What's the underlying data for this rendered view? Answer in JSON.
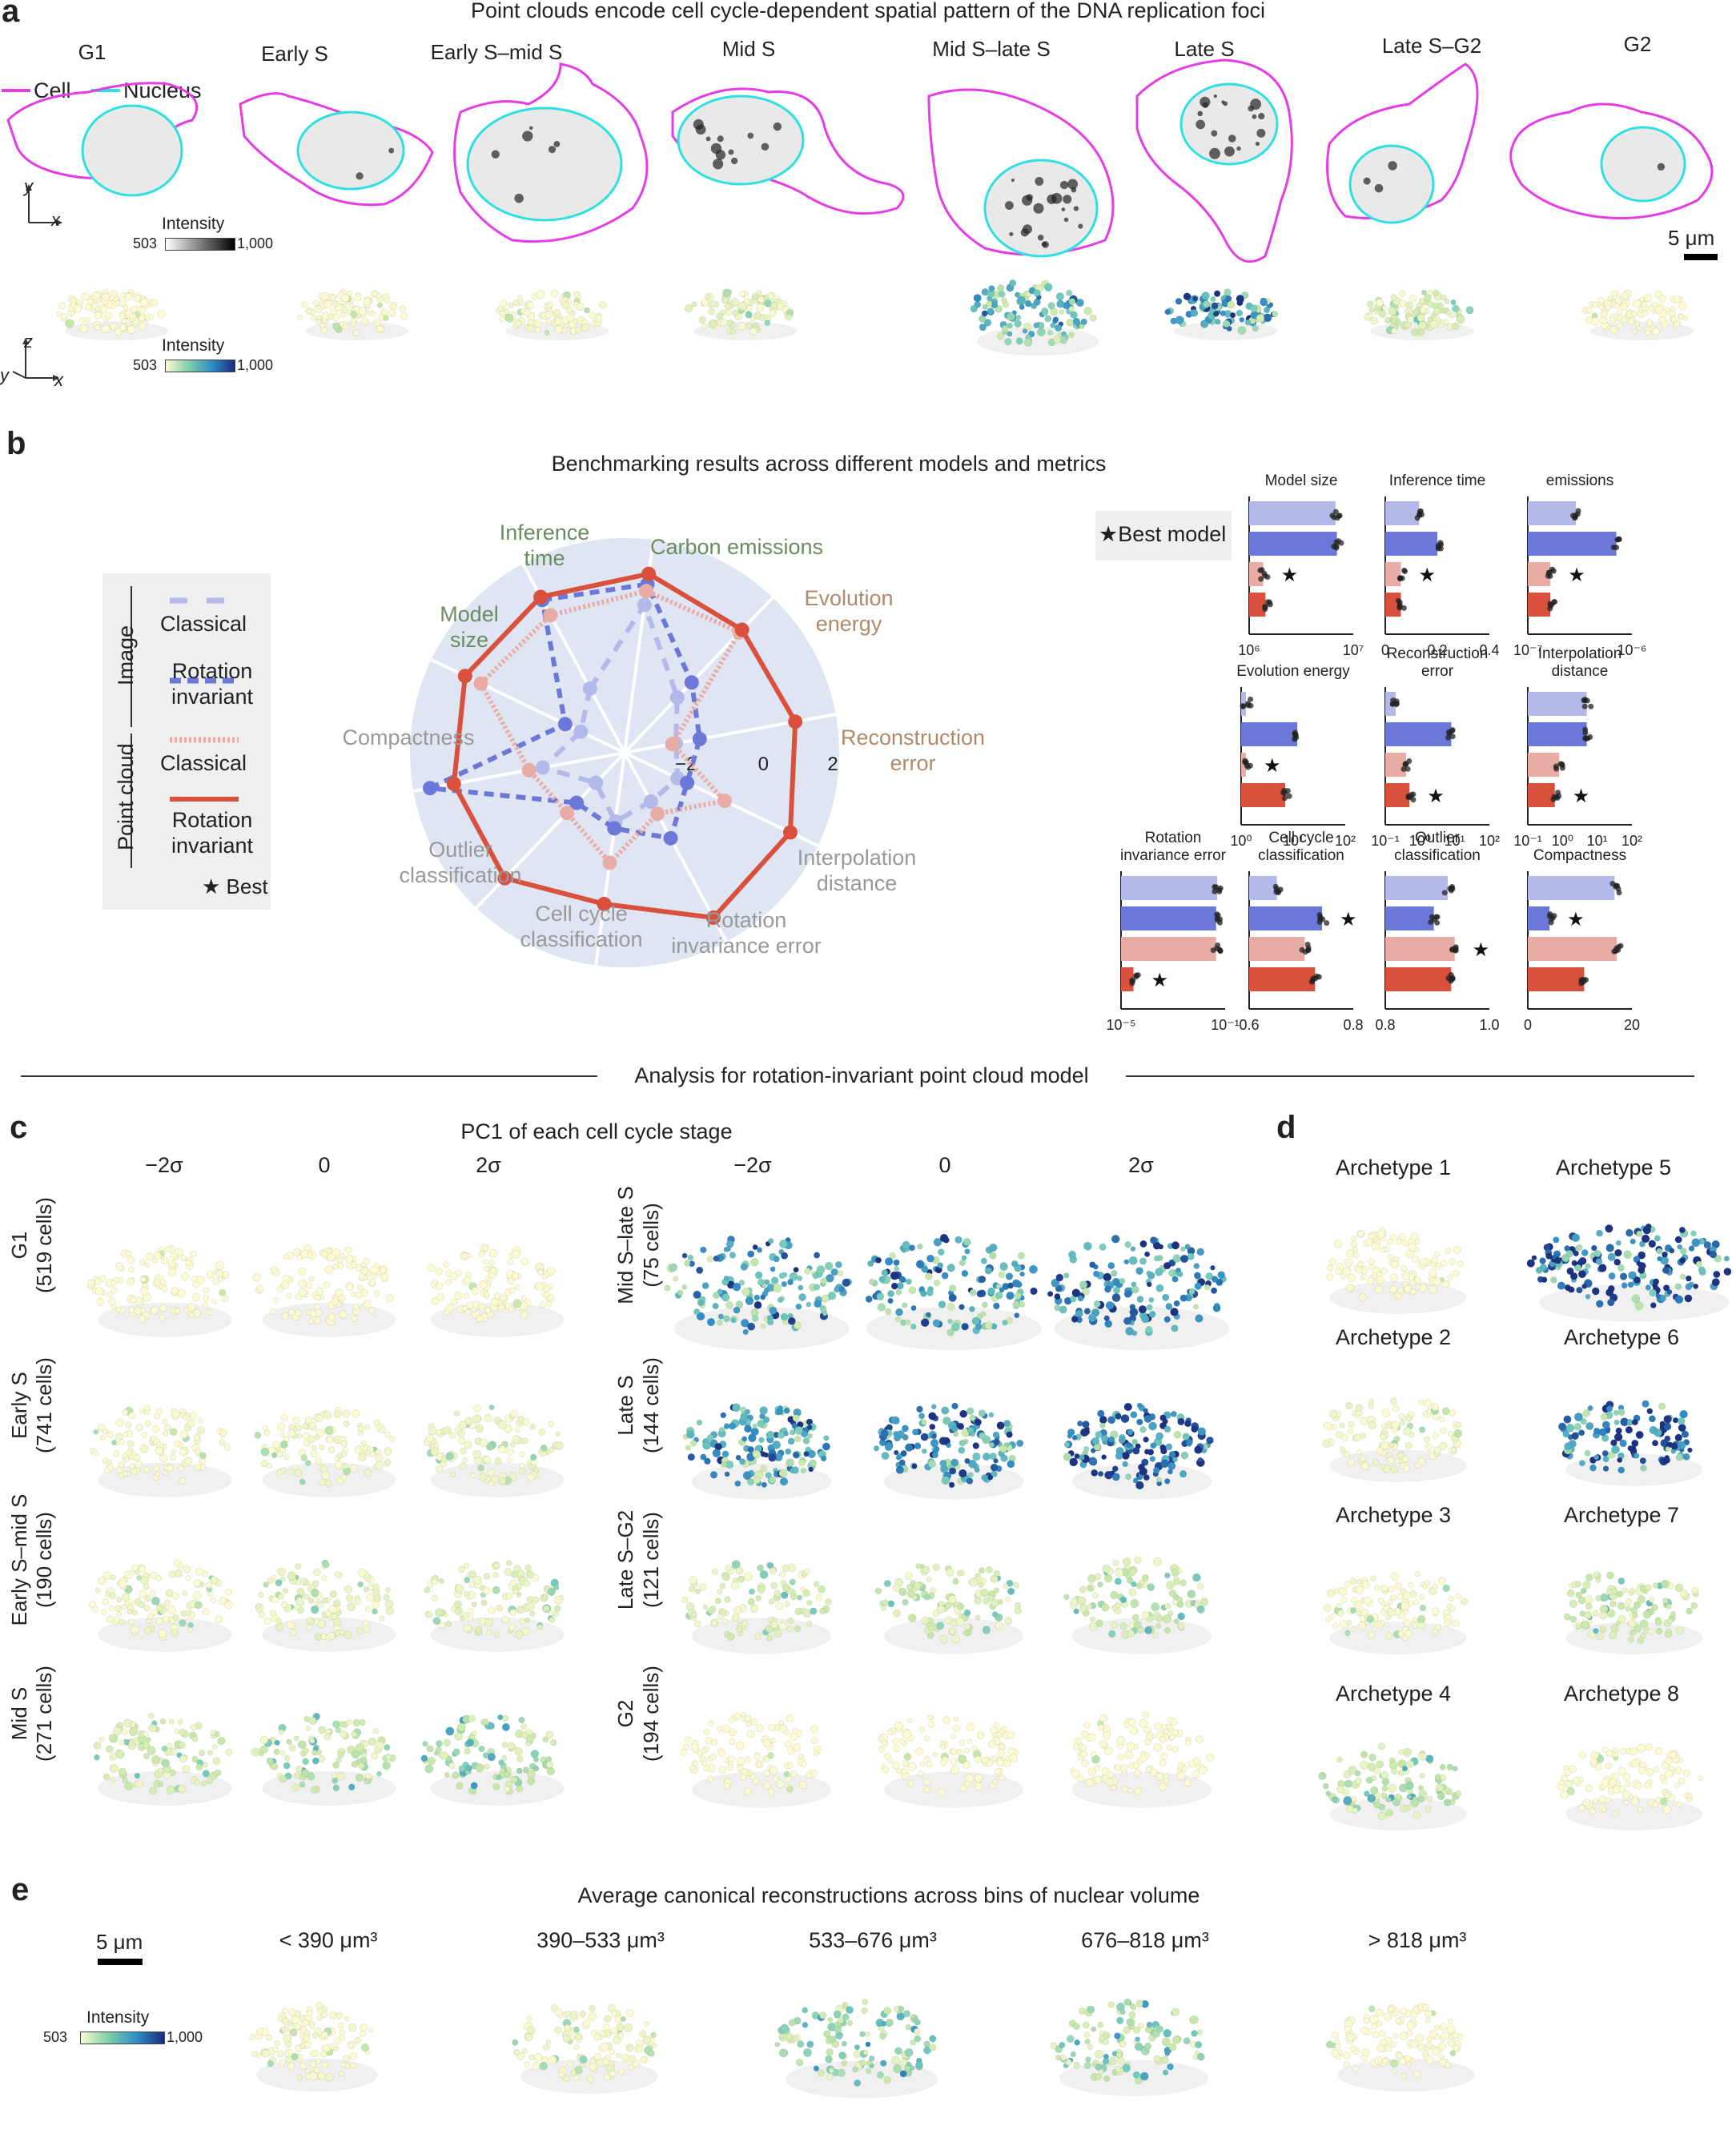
{
  "panel_a": {
    "label": "a",
    "title": "Point clouds encode cell cycle-dependent spatial pattern of the DNA replication foci",
    "stages": [
      "G1",
      "Early S",
      "Early S–mid S",
      "Mid S",
      "Mid S–late S",
      "Late S",
      "Late S–G2",
      "G2"
    ],
    "legend_cell": "Cell",
    "legend_nucleus": "Nucleus",
    "cell_color": "#e63ce6",
    "nucleus_color": "#2fe0e0",
    "intensity_label": "Intensity",
    "intensity_min": "503",
    "intensity_max": "1,000",
    "scale_bar": "5 μm",
    "axis_y": "y",
    "axis_x": "x",
    "axis_z": "z"
  },
  "panel_b": {
    "label": "b",
    "title": "Benchmarking results across different models and metrics",
    "legend": {
      "group_image": "Image",
      "group_point_cloud": "Point cloud",
      "image_classical": "Classical",
      "image_rotation": "Rotation invariant",
      "pc_classical": "Classical",
      "pc_rotation": "Rotation invariant",
      "best": "★ Best"
    },
    "best_model": "★Best model",
    "radar_ticks": [
      "−2",
      "0",
      "2"
    ],
    "radar_labels": {
      "inference_time": "Inference time",
      "carbon_emissions": "Carbon emissions",
      "evolution_energy": "Evolution energy",
      "reconstruction_error": "Reconstruction error",
      "interpolation_distance": "Interpolation distance",
      "rotation_invariance_error": "Rotation invariance error",
      "cell_cycle_classification": "Cell cycle classification",
      "outlier_classification": "Outlier classification",
      "compactness": "Compactness",
      "model_size": "Model size"
    },
    "colors": {
      "image_classical": "#b3b9e8",
      "image_rotation": "#6b78d8",
      "pc_classical": "#e8aca4",
      "pc_rotation": "#d9503d",
      "radar_bg": "#dfe5f2"
    }
  },
  "chart_data": [
    {
      "type": "radar",
      "axes": [
        "Inference time",
        "Carbon emissions",
        "Evolution energy",
        "Reconstruction error",
        "Interpolation distance",
        "Rotation invariance error",
        "Cell cycle classification",
        "Outlier classification",
        "Compactness",
        "Model size"
      ],
      "rlim": [
        -4,
        2
      ],
      "ticks": [
        -2,
        0,
        2
      ],
      "series": [
        {
          "name": "Image Classical",
          "values": [
            -1.9,
            0.3,
            -1.8,
            -2.5,
            -2.3,
            -2.4,
            -2.0,
            -2.8,
            -1.6,
            -2.6
          ]
        },
        {
          "name": "Image Rotation invariant",
          "values": [
            1.0,
            0.9,
            -1.2,
            -1.8,
            -2.0,
            -1.2,
            -1.8,
            -2.0,
            1.7,
            -2.1
          ]
        },
        {
          "name": "Point cloud Classical",
          "values": [
            0.5,
            0.7,
            0.8,
            -2.6,
            -0.8,
            -2.0,
            -0.8,
            -1.6,
            -1.2,
            0.6
          ]
        },
        {
          "name": "Point cloud Rotation invariant",
          "values": [
            1.1,
            1.2,
            0.9,
            1.0,
            1.3,
            1.4,
            0.4,
            1.0,
            1.0,
            1.1
          ]
        }
      ]
    },
    {
      "type": "bar",
      "title": "Model size",
      "scale": "log",
      "xlim": [
        1000000,
        20000000
      ],
      "ticks": [
        "10⁶",
        "10⁷"
      ],
      "series": [
        {
          "name": "Image Classical",
          "values": [
            12000000
          ]
        },
        {
          "name": "Image Rotation invariant",
          "values": [
            12500000
          ]
        },
        {
          "name": "Point cloud Classical",
          "values": [
            1500000
          ]
        },
        {
          "name": "Point cloud Rotation invariant",
          "values": [
            1600000
          ]
        }
      ],
      "best": "Point cloud Classical"
    },
    {
      "type": "bar",
      "title": "Inference time",
      "scale": "linear",
      "xlim": [
        0,
        0.4
      ],
      "ticks": [
        "0",
        "0.2",
        "0.4"
      ],
      "series": [
        {
          "name": "Image Classical",
          "values": [
            0.13
          ]
        },
        {
          "name": "Image Rotation invariant",
          "values": [
            0.2
          ]
        },
        {
          "name": "Point cloud Classical",
          "values": [
            0.06
          ]
        },
        {
          "name": "Point cloud Rotation invariant",
          "values": [
            0.06
          ]
        }
      ],
      "best": "Point cloud Classical"
    },
    {
      "type": "bar",
      "title": "Carbon emissions",
      "scale": "log",
      "xlim": [
        1e-07,
        1.5e-06
      ],
      "ticks": [
        "10⁻⁷",
        "10⁻⁶"
      ],
      "series": [
        {
          "name": "Image Classical",
          "values": [
            3.5e-07
          ]
        },
        {
          "name": "Image Rotation invariant",
          "values": [
            1e-06
          ]
        },
        {
          "name": "Point cloud Classical",
          "values": [
            1.8e-07
          ]
        },
        {
          "name": "Point cloud Rotation invariant",
          "values": [
            1.8e-07
          ]
        }
      ],
      "best": "Point cloud Classical"
    },
    {
      "type": "bar",
      "title": "Evolution energy",
      "scale": "log",
      "xlim": [
        1,
        100
      ],
      "ticks": [
        "10⁰",
        "10¹",
        "10²"
      ],
      "series": [
        {
          "name": "Image Classical",
          "values": [
            1.1
          ]
        },
        {
          "name": "Image Rotation invariant",
          "values": [
            12
          ]
        },
        {
          "name": "Point cloud Classical",
          "values": [
            1.2
          ]
        },
        {
          "name": "Point cloud Rotation invariant",
          "values": [
            7
          ]
        }
      ],
      "best": "Point cloud Classical"
    },
    {
      "type": "bar",
      "title": "Reconstruction error",
      "scale": "log",
      "xlim": [
        0.1,
        100
      ],
      "ticks": [
        "10⁻¹",
        "10⁰",
        "10¹",
        "10²"
      ],
      "series": [
        {
          "name": "Image Classical",
          "values": [
            0.2
          ]
        },
        {
          "name": "Image Rotation invariant",
          "values": [
            8
          ]
        },
        {
          "name": "Point cloud Classical",
          "values": [
            0.4
          ]
        },
        {
          "name": "Point cloud Rotation invariant",
          "values": [
            0.5
          ]
        }
      ],
      "best": "Point cloud Rotation invariant"
    },
    {
      "type": "bar",
      "title": "Interpolation distance",
      "scale": "log",
      "xlim": [
        0.1,
        100
      ],
      "ticks": [
        "10⁻¹",
        "10⁰",
        "10¹",
        "10²"
      ],
      "series": [
        {
          "name": "Image Classical",
          "values": [
            5
          ]
        },
        {
          "name": "Image Rotation invariant",
          "values": [
            5
          ]
        },
        {
          "name": "Point cloud Classical",
          "values": [
            0.8
          ]
        },
        {
          "name": "Point cloud Rotation invariant",
          "values": [
            0.6
          ]
        }
      ],
      "best": "Point cloud Rotation invariant"
    },
    {
      "type": "bar",
      "title": "Rotation invariance error",
      "scale": "log",
      "xlim": [
        1e-05,
        0.1
      ],
      "ticks": [
        "10⁻⁵",
        "10⁻¹"
      ],
      "series": [
        {
          "name": "Image Classical",
          "values": [
            0.05
          ]
        },
        {
          "name": "Image Rotation invariant",
          "values": [
            0.045
          ]
        },
        {
          "name": "Point cloud Classical",
          "values": [
            0.045
          ]
        },
        {
          "name": "Point cloud Rotation invariant",
          "values": [
            3e-05
          ]
        }
      ],
      "best": "Point cloud Rotation invariant"
    },
    {
      "type": "bar",
      "title": "Cell cycle classification",
      "scale": "linear",
      "xlim": [
        0.6,
        0.9
      ],
      "ticks": [
        "0.6",
        "0.8"
      ],
      "series": [
        {
          "name": "Image Classical",
          "values": [
            0.68
          ]
        },
        {
          "name": "Image Rotation invariant",
          "values": [
            0.81
          ]
        },
        {
          "name": "Point cloud Classical",
          "values": [
            0.76
          ]
        },
        {
          "name": "Point cloud Rotation invariant",
          "values": [
            0.79
          ]
        }
      ],
      "best": "Image Rotation invariant"
    },
    {
      "type": "bar",
      "title": "Outlier classification",
      "scale": "linear",
      "xlim": [
        0.8,
        1.1
      ],
      "ticks": [
        "0.8",
        "1.0"
      ],
      "series": [
        {
          "name": "Image Classical",
          "values": [
            0.98
          ]
        },
        {
          "name": "Image Rotation invariant",
          "values": [
            0.94
          ]
        },
        {
          "name": "Point cloud Classical",
          "values": [
            1.0
          ]
        },
        {
          "name": "Point cloud Rotation invariant",
          "values": [
            0.99
          ]
        }
      ],
      "best": "Point cloud Classical"
    },
    {
      "type": "bar",
      "title": "Compactness",
      "scale": "linear",
      "xlim": [
        0,
        24
      ],
      "ticks": [
        "0",
        "20"
      ],
      "series": [
        {
          "name": "Image Classical",
          "values": [
            20
          ]
        },
        {
          "name": "Image Rotation invariant",
          "values": [
            5
          ]
        },
        {
          "name": "Point cloud Classical",
          "values": [
            20.5
          ]
        },
        {
          "name": "Point cloud Rotation invariant",
          "values": [
            13
          ]
        }
      ],
      "best": "Image Rotation invariant"
    }
  ],
  "divider_title": "Analysis for rotation-invariant point cloud model",
  "panel_c": {
    "label": "c",
    "title": "PC1 of each cell cycle stage",
    "columns": [
      "−2σ",
      "0",
      "2σ"
    ],
    "left_rows": [
      {
        "stage": "G1",
        "cells": "(519 cells)",
        "level": 0.05
      },
      {
        "stage": "Early S",
        "cells": "(741 cells)",
        "level": 0.15
      },
      {
        "stage": "Early S–mid S",
        "cells": "(190 cells)",
        "level": 0.2
      },
      {
        "stage": "Mid S",
        "cells": "(271 cells)",
        "level": 0.35
      }
    ],
    "right_rows": [
      {
        "stage": "Mid S–late S",
        "cells": "(75 cells)",
        "level": 0.75
      },
      {
        "stage": "Late S",
        "cells": "(144 cells)",
        "level": 0.85
      },
      {
        "stage": "Late S–G2",
        "cells": "(121 cells)",
        "level": 0.3
      },
      {
        "stage": "G2",
        "cells": "(194 cells)",
        "level": 0.08
      }
    ]
  },
  "panel_d": {
    "label": "d",
    "archetypes": [
      "Archetype 1",
      "Archetype 2",
      "Archetype 3",
      "Archetype 4",
      "Archetype 5",
      "Archetype 6",
      "Archetype 7",
      "Archetype 8"
    ]
  },
  "panel_e": {
    "label": "e",
    "title": "Average canonical reconstructions across bins of nuclear volume",
    "scale_bar": "5 μm",
    "bins": [
      "< 390 μm³",
      "390–533 μm³",
      "533–676 μm³",
      "676–818 μm³",
      "> 818 μm³"
    ],
    "intensity_label": "Intensity",
    "intensity_min": "503",
    "intensity_max": "1,000"
  }
}
